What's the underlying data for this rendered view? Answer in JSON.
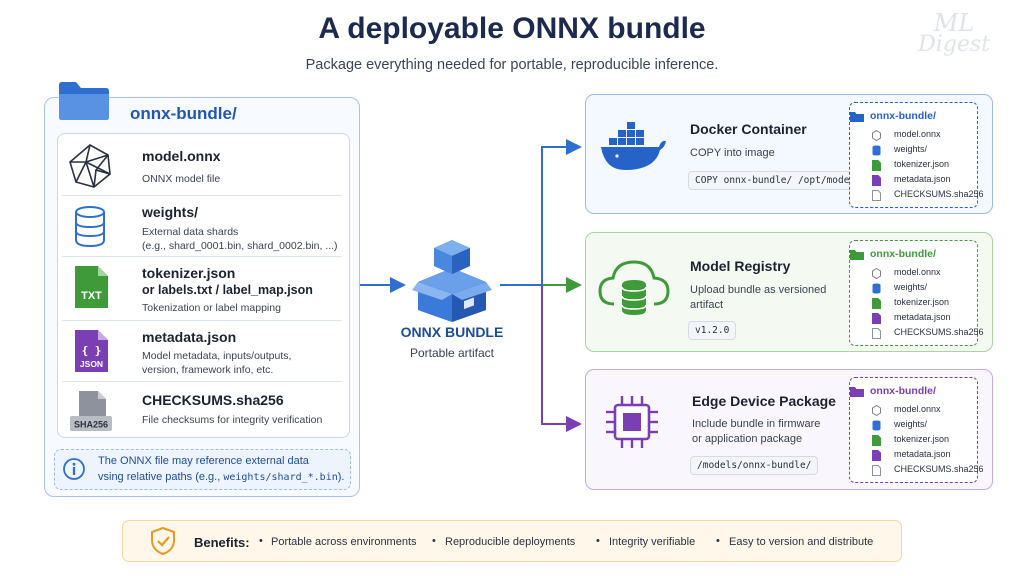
{
  "header": {
    "title": "A deployable ONNX bundle",
    "subtitle": "Package everything needed for portable, reproducible inference.",
    "watermark_line1": "ML",
    "watermark_line2": "Digest"
  },
  "bundle": {
    "folder_name": "onnx-bundle/",
    "files": [
      {
        "name": "model.onnx",
        "desc1": "ONNX model file",
        "desc2": "",
        "desc3": "",
        "icon": "polyhedron-icon"
      },
      {
        "name": "weights/",
        "desc1": "External data shards",
        "desc2": "(e.g., shard_0001.bin, shard_0002.bin, ...)",
        "desc3": "",
        "icon": "database-icon"
      },
      {
        "name": "tokenizer.json",
        "name2": "or labels.txt / label_map.json",
        "desc1": "Tokenization or label mapping",
        "icon": "txt-file-icon",
        "badge": "TXT"
      },
      {
        "name": "metadata.json",
        "desc1": "Model metadata, inputs/outputs,",
        "desc2": "version, framework info, etc.",
        "icon": "json-file-icon",
        "badge": "JSON",
        "glyph": "{ }"
      },
      {
        "name": "CHECKSUMS.sha256",
        "desc1": "File checksums for integrity verification",
        "icon": "sha256-file-icon",
        "badge": "SHA256"
      }
    ],
    "note_line1": "The ONNX file may reference external data",
    "note_line2_prefix": "vsing relative paths (e.g., ",
    "note_line2_code": "weights/shard_*.bin",
    "note_line2_suffix": ")."
  },
  "center": {
    "label": "ONNX BUNDLE",
    "sublabel": "Portable artifact"
  },
  "targets": [
    {
      "title": "Docker Container",
      "desc1": "COPY into image",
      "desc2": "",
      "code": "COPY onnx-bundle/ /opt/model/",
      "color": "#2563c9"
    },
    {
      "title": "Model Registry",
      "desc1": "Upload bundle as versioned",
      "desc2": "artifact",
      "code": "v1.2.0",
      "color": "#3f9a3a"
    },
    {
      "title": "Edge Device Package",
      "desc1": "Include bundle in firmware",
      "desc2": "or application package",
      "code": "/models/onnx-bundle/",
      "color": "#7a3fb3"
    }
  ],
  "mini_bundle": {
    "title": "onnx-bundle/",
    "items": [
      "model.onnx",
      "weights/",
      "tokenizer.json",
      "metadata.json",
      "CHECKSUMS.sha256"
    ]
  },
  "benefits": {
    "label": "Benefits:",
    "items": [
      "Portable across environments",
      "Reproducible deployments",
      "Integrity verifiable",
      "Easy to version and distribute"
    ]
  }
}
